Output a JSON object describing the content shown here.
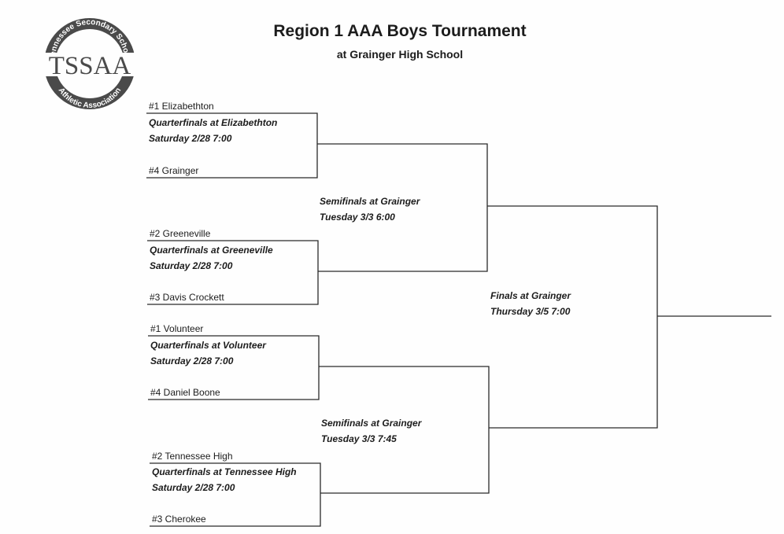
{
  "header": {
    "title": "Region 1 AAA Boys Tournament",
    "subtitle": "at Grainger High School"
  },
  "logo": {
    "name": "TSSAA",
    "arc_top": "Tennessee Secondary School",
    "arc_bottom": "Athletic Association",
    "color": "#4a4a4a"
  },
  "quarterfinals": [
    {
      "top_team": "#1 Elizabethton",
      "bottom_team": "#4 Grainger",
      "venue": "Quarterfinals at Elizabethton",
      "time": "Saturday 2/28  7:00"
    },
    {
      "top_team": "#2 Greeneville",
      "bottom_team": "#3 Davis Crockett",
      "venue": "Quarterfinals at Greeneville",
      "time": "Saturday 2/28  7:00"
    },
    {
      "top_team": "#1 Volunteer",
      "bottom_team": "#4 Daniel Boone",
      "venue": "Quarterfinals at Volunteer",
      "time": "Saturday 2/28 7:00"
    },
    {
      "top_team": "#2 Tennessee High",
      "bottom_team": "#3 Cherokee",
      "venue": "Quarterfinals at Tennessee High",
      "time": "Saturday  2/28 7:00"
    }
  ],
  "semifinals": [
    {
      "venue": "Semifinals at Grainger",
      "time": "Tuesday  3/3  6:00"
    },
    {
      "venue": "Semifinals at Grainger",
      "time": "Tuesday  3/3  7:45"
    }
  ],
  "final": {
    "venue": "Finals at Grainger",
    "time": "Thursday  3/5  7:00"
  }
}
